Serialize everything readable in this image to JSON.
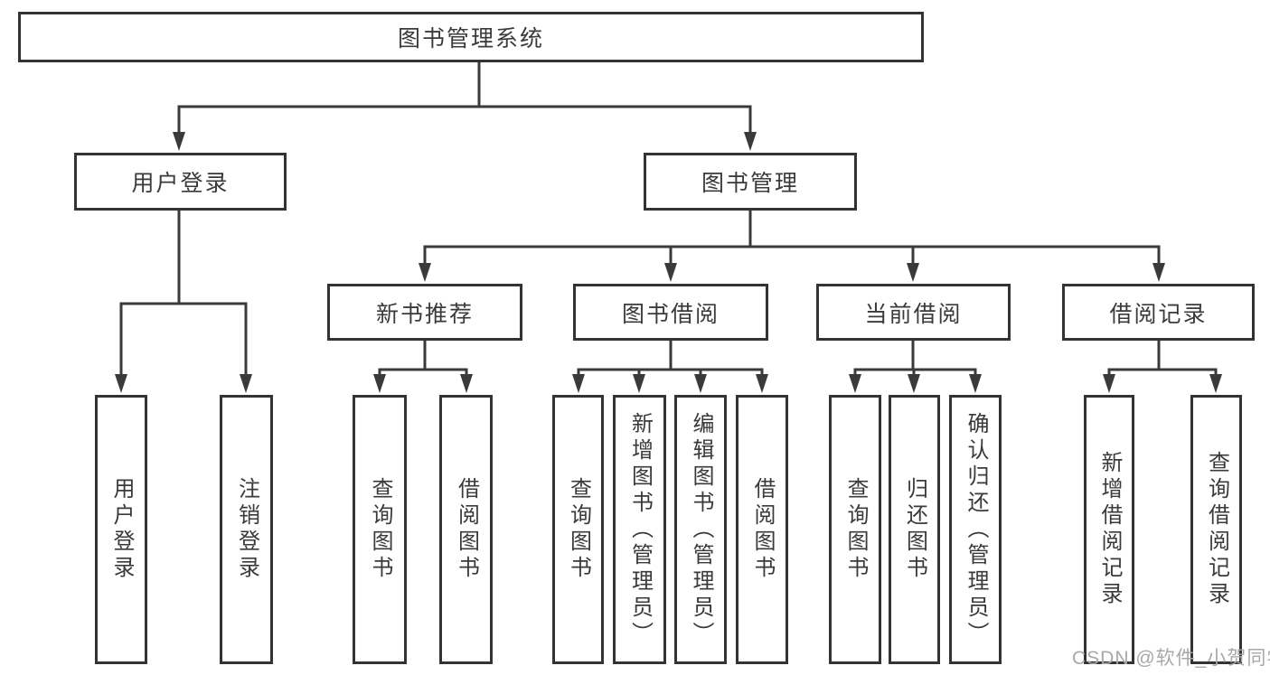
{
  "diagram": {
    "nodes": {
      "root": "图书管理系统",
      "user_login": "用户登录",
      "book_mgmt": "图书管理",
      "ul_login": "用户登录",
      "ul_logout": "注销登录",
      "new_book_rec": "新书推荐",
      "book_borrow": "图书借阅",
      "current_borrow": "当前借阅",
      "borrow_record": "借阅记录",
      "nbr_query_book": "查询图书",
      "nbr_borrow_book": "借阅图书",
      "bb_query_book": "查询图书",
      "bb_add_book": "新增图书（管理员）",
      "bb_edit_book": "编辑图书（管理员）",
      "bb_borrow_book": "借阅图书",
      "cb_query_book": "查询图书",
      "cb_return_book": "归还图书",
      "cb_confirm_return": "确认归还（管理员）",
      "br_add_record": "新增借阅记录",
      "br_query_record": "查询借阅记录"
    },
    "colors": {
      "line": "#3a3a3a",
      "border": "#333333",
      "text": "#3a3a3a",
      "watermark": "#a8a8a8",
      "background": "#ffffff"
    }
  },
  "watermark": "CSDN @软件_小贺同学"
}
